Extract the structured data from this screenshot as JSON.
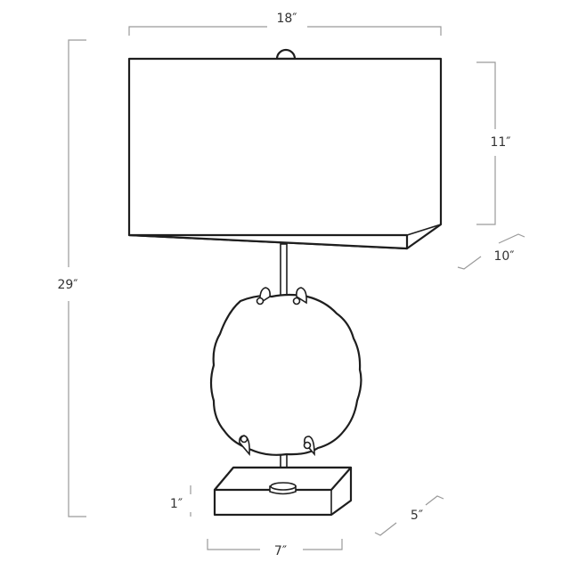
{
  "dimensions": {
    "shade_width": "18″",
    "shade_height": "11″",
    "shade_depth": "10″",
    "total_height": "29″",
    "base_height": "1″",
    "base_width": "7″",
    "base_depth": "5″"
  }
}
